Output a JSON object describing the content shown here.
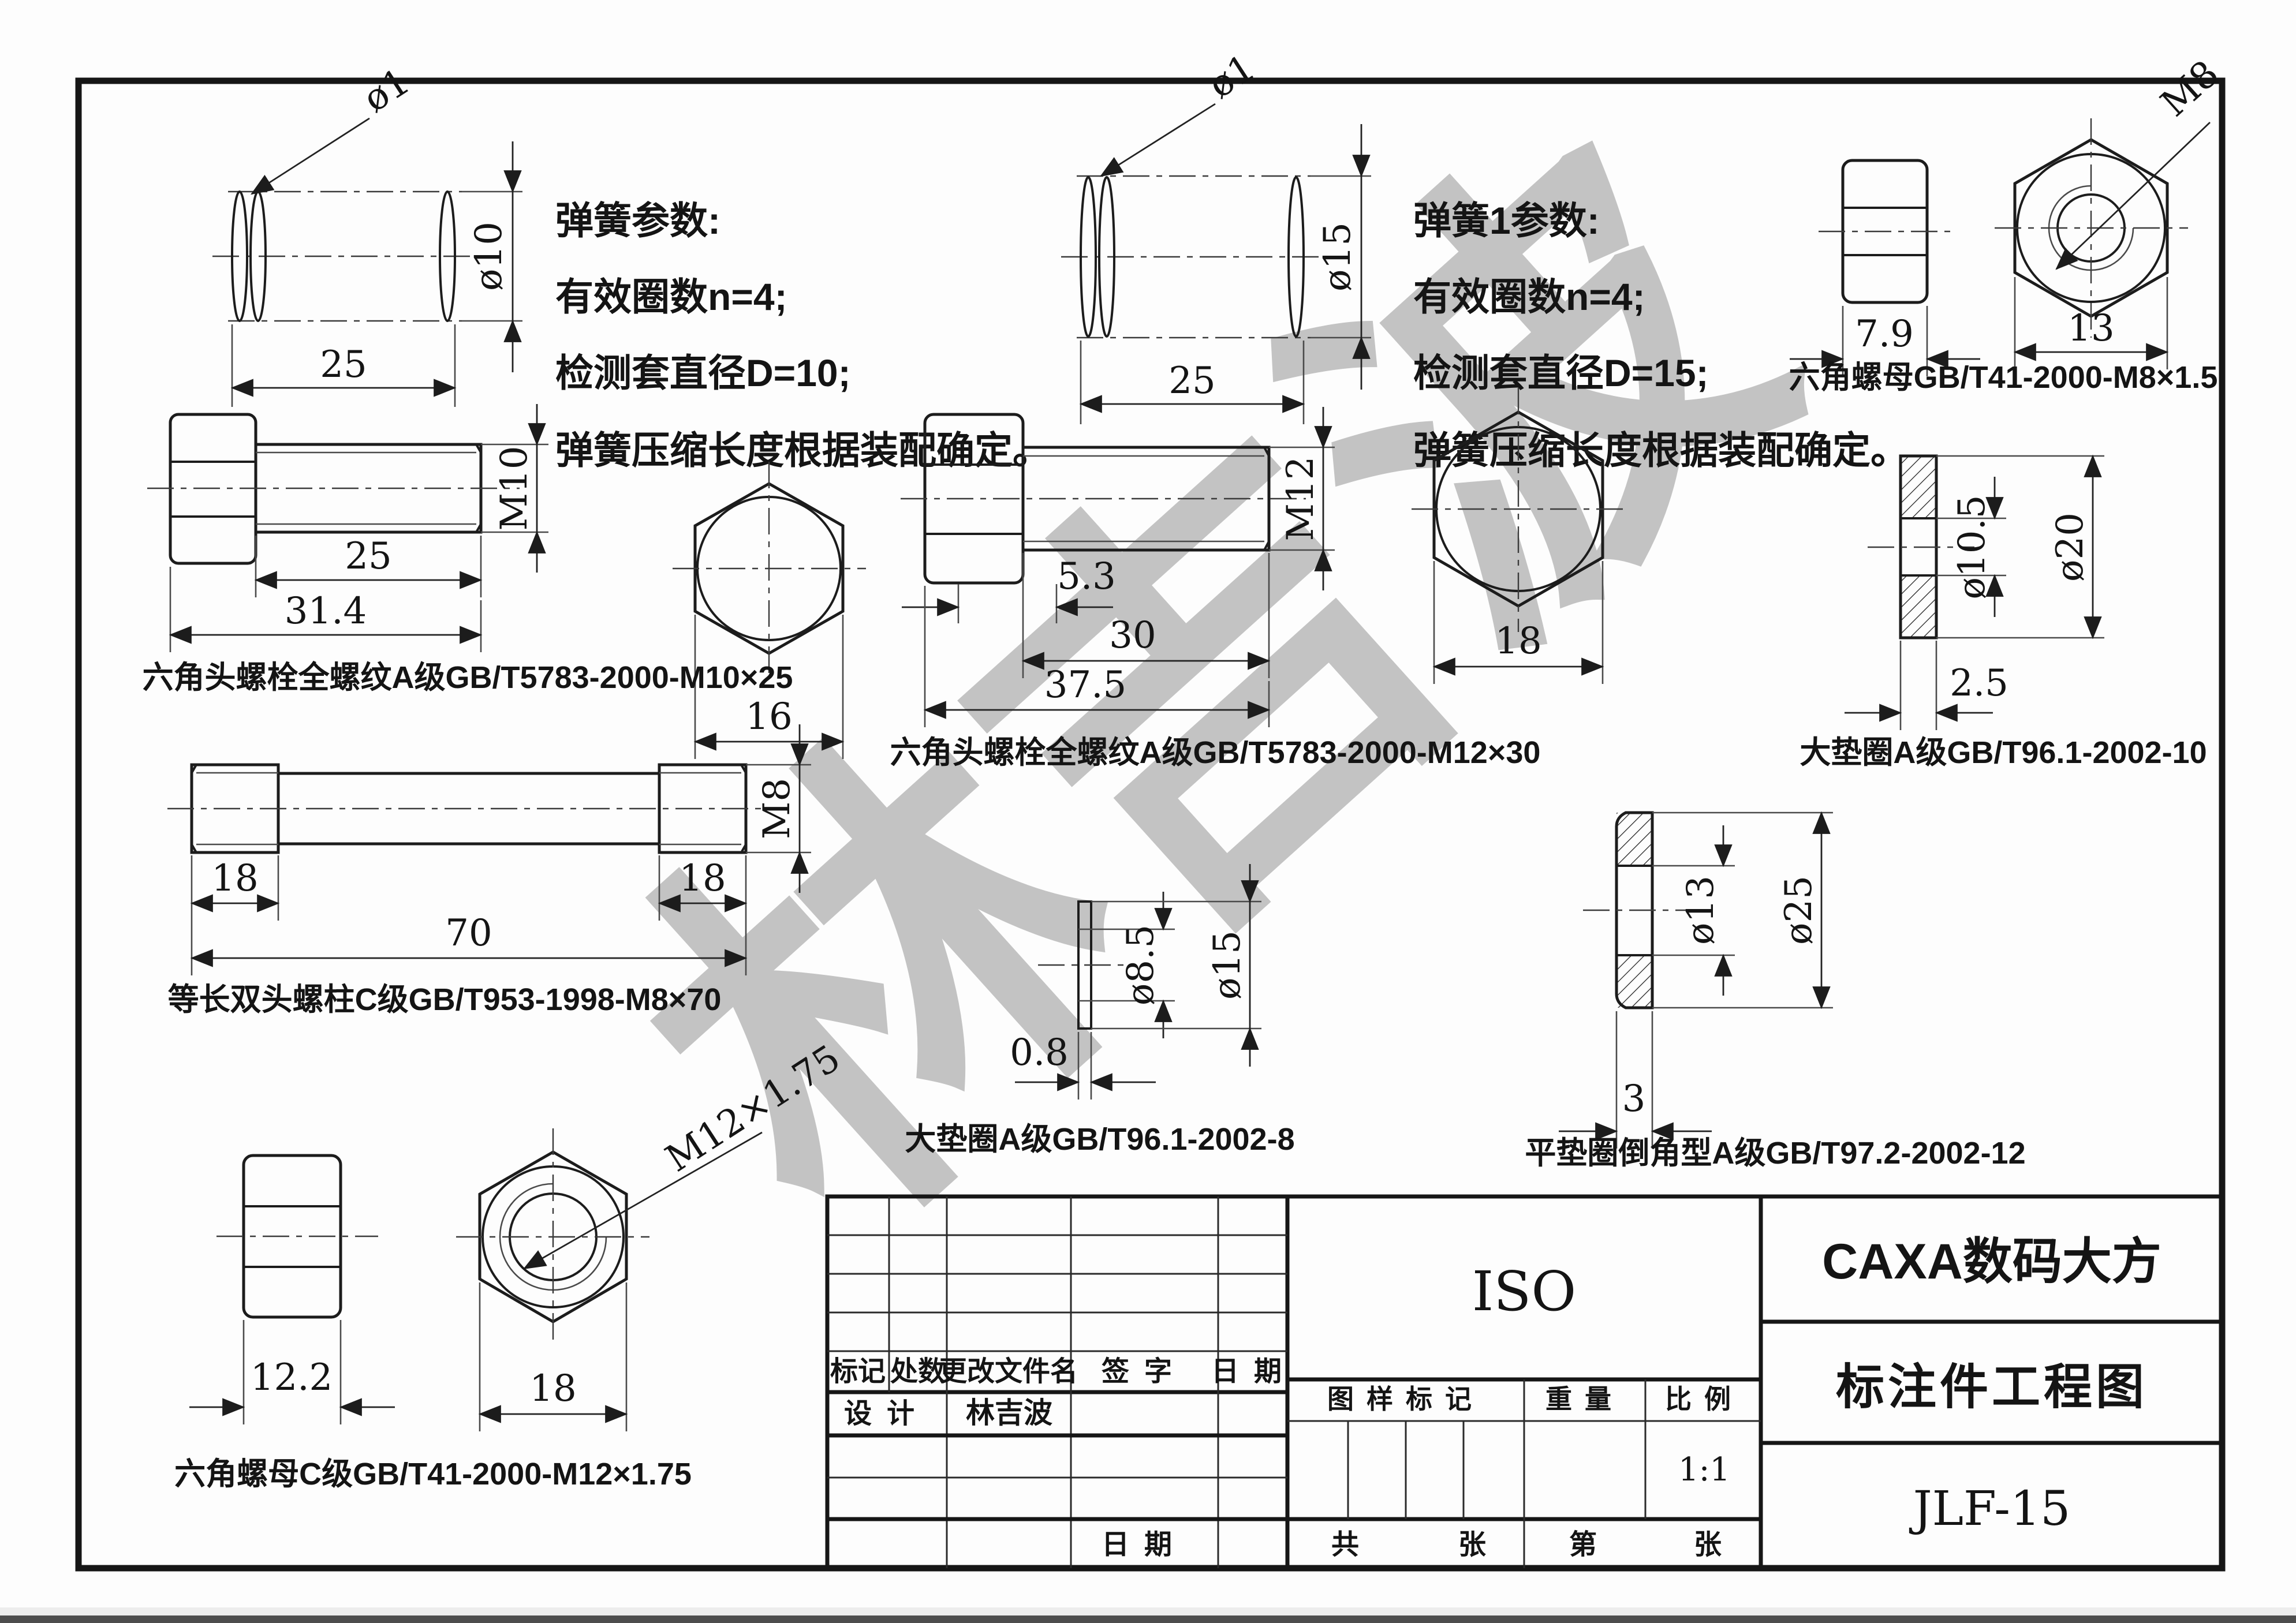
{
  "watermark": "林吉波",
  "drawing": {
    "spring10": {
      "wire": "ø1",
      "free_length": "25",
      "coil_dia": "ø10",
      "notes": [
        "弹簧参数:",
        "有效圈数n=4;",
        "检测套直径D=10;",
        "弹簧压缩长度根据装配确定。"
      ]
    },
    "spring15": {
      "wire": "ø1",
      "free_length": "25",
      "coil_dia": "ø15",
      "notes": [
        "弹簧1参数:",
        "有效圈数n=4;",
        "检测套直径D=15;",
        "弹簧压缩长度根据装配确定。"
      ]
    },
    "nut_m8": {
      "height": "7.9",
      "af": "13",
      "thread": "M8",
      "label": "六角螺母GB/T41-2000-M8×1.5"
    },
    "bolt_m10": {
      "thread": "M10",
      "thread_len": "25",
      "overall": "31.4",
      "af": "16",
      "label": "六角头螺栓全螺纹A级GB/T5783-2000-M10×25"
    },
    "bolt_m12": {
      "thread": "M12",
      "head_dim": "5.3",
      "thread_len": "30",
      "overall": "37.5",
      "af": "18",
      "label": "六角头螺栓全螺纹A级GB/T5783-2000-M12×30"
    },
    "washer10": {
      "id": "ø10.5",
      "od": "ø20",
      "t": "2.5",
      "label": "大垫圈A级GB/T96.1-2002-10"
    },
    "stud_m8": {
      "thread": "M8",
      "end_left": "18",
      "end_right": "18",
      "overall": "70",
      "label": "等长双头螺柱C级GB/T953-1998-M8×70"
    },
    "washer8": {
      "id": "ø8.5",
      "od": "ø15",
      "t": "0.8",
      "label": "大垫圈A级GB/T96.1-2002-8"
    },
    "washer12": {
      "id": "ø13",
      "od": "ø25",
      "t": "3",
      "label": "平垫圈倒角型A级GB/T97.2-2002-12"
    },
    "nut_m12": {
      "height": "12.2",
      "af": "18",
      "thread": "M12×1.75",
      "label": "六角螺母C级GB/T41-2000-M12×1.75"
    }
  },
  "title_block": {
    "rev_headers": [
      "标记",
      "处数",
      "更改文件名",
      "签字",
      "日期"
    ],
    "design_label": "设计",
    "designer": "林吉波",
    "date_label": "日期",
    "standard": "ISO",
    "pattern_mark": "图样标记",
    "weight": "重量",
    "scale": "比例",
    "scale_value": "1:1",
    "total_prefix": "共",
    "total_suffix": "张",
    "page_prefix": "第",
    "page_suffix": "张",
    "company": "CAXA数码大方",
    "drawing_title": "标注件工程图",
    "drawing_no": "JLF-15"
  }
}
